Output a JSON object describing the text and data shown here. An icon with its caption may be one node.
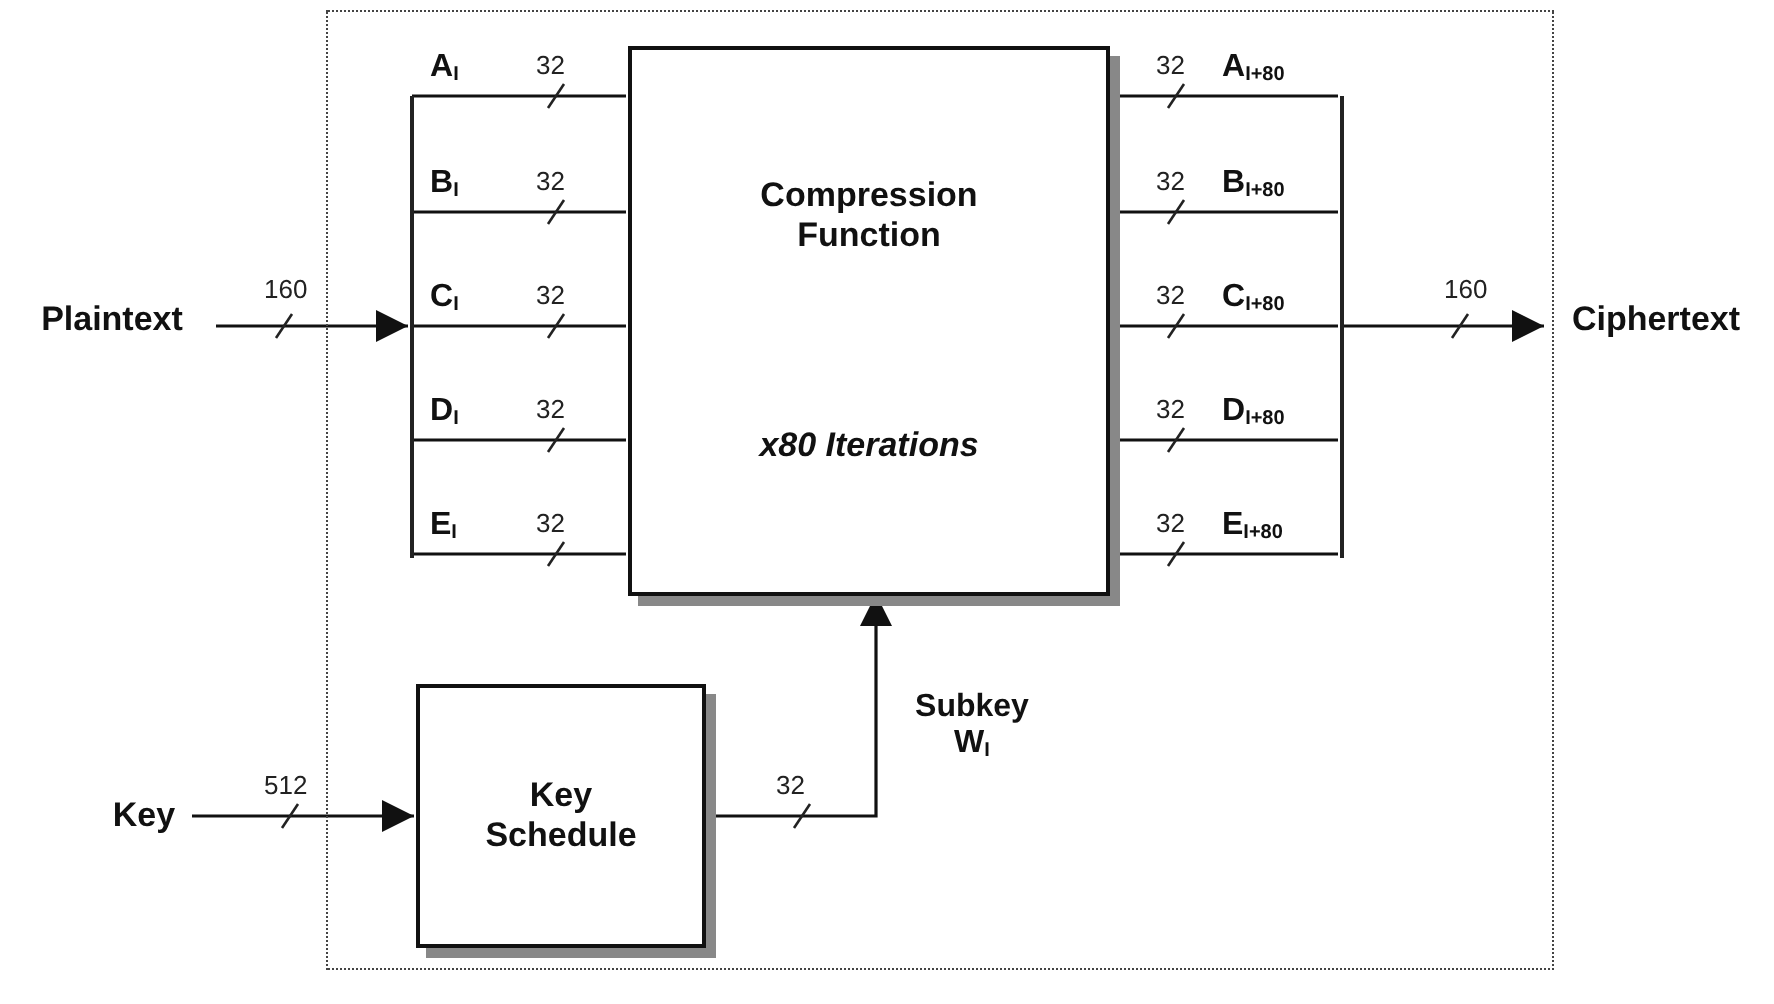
{
  "diagram": {
    "nodes": [
      {
        "text": [],
        "shape": "box"
      },
      {
        "text": [
          "Plaintext"
        ]
      },
      {
        "text": [],
        "shape": "bar",
        "in": 0
      },
      {
        "text": [
          "Compression Function",
          "x80 Iterations"
        ],
        "in": 0
      },
      {
        "text": [],
        "shape": "bar",
        "in": 0
      },
      {
        "text": [
          "Ciphertext"
        ]
      },
      {
        "text": [
          "Key"
        ]
      },
      {
        "text": [
          "Key Schedule"
        ],
        "in": 0
      }
    ],
    "edges": [
      {
        "from": 1,
        "to": 2,
        "arrow": "to",
        "label": "160"
      },
      {
        "from": 2,
        "to": 3,
        "arrow": "none",
        "label": "A$_{I}$"
      },
      {
        "from": 2,
        "to": 3,
        "arrow": "none",
        "label": "B$_{I}$"
      },
      {
        "from": 2,
        "to": 3,
        "arrow": "none",
        "label": "C$_{I}$"
      },
      {
        "from": 2,
        "to": 3,
        "arrow": "none",
        "label": "D$_{I}$"
      },
      {
        "from": 2,
        "to": 3,
        "arrow": "none",
        "label": "E$_{I}$"
      },
      {
        "from": 3,
        "to": 4,
        "arrow": "none",
        "label": "A$_{I+80}$"
      },
      {
        "from": 3,
        "to": 4,
        "arrow": "none",
        "label": "B$_{I+80}$"
      },
      {
        "from": 3,
        "to": 4,
        "arrow": "none",
        "label": "C$_{I+80}$"
      },
      {
        "from": 3,
        "to": 4,
        "arrow": "none",
        "label": "D$_{I+80}$"
      },
      {
        "from": 3,
        "to": 4,
        "arrow": "none",
        "label": "E$_{I+80}$"
      },
      {
        "from": 4,
        "to": 5,
        "arrow": "to",
        "label": "160"
      },
      {
        "from": 6,
        "to": 7,
        "arrow": "to",
        "label": "512"
      },
      {
        "from": 7,
        "to": 3,
        "arrow": "to",
        "label": "Subkey W$_{I}$"
      }
    ],
    "labels": [
      "32",
      "32",
      "32",
      "32",
      "32",
      "32",
      "32",
      "32",
      "32",
      "32",
      "32"
    ]
  }
}
